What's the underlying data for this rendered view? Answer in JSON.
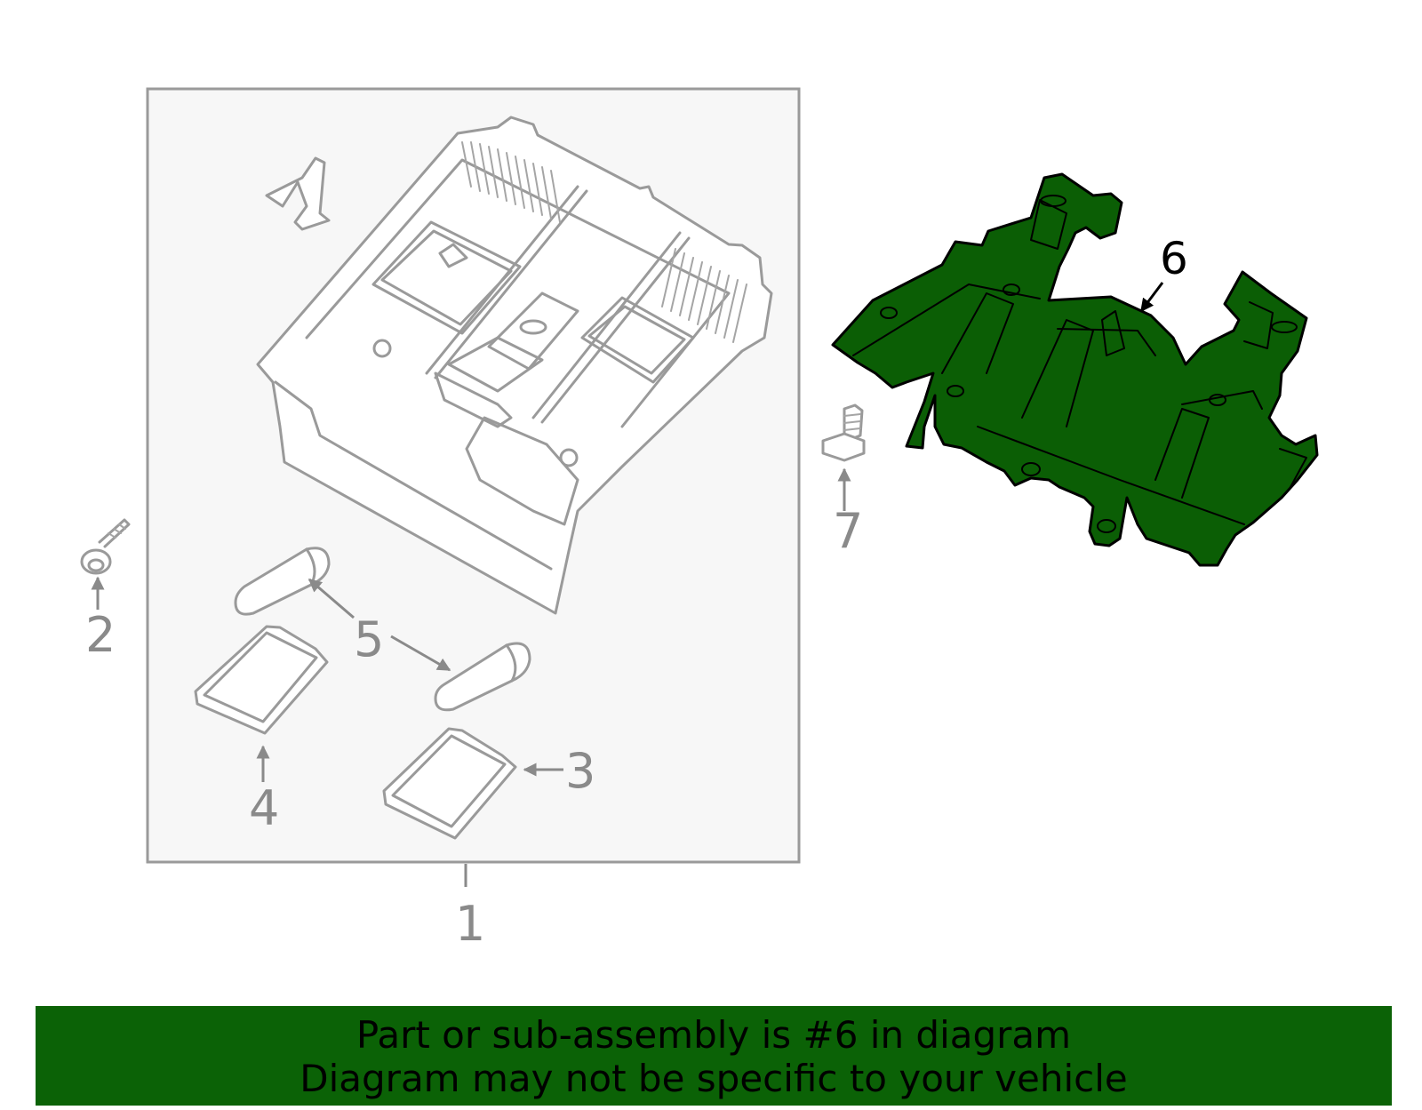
{
  "callouts": {
    "c1": "1",
    "c2": "2",
    "c3": "3",
    "c4": "4",
    "c5": "5",
    "c6": "6",
    "c7": "7"
  },
  "footer": {
    "line1": "Part or sub-assembly is #6 in diagram",
    "line2": "Diagram may not be specific to your vehicle"
  },
  "colors": {
    "highlight_part": "#0b5e05",
    "footer_background": "#0b6206",
    "inactive_line": "#9a9a9a",
    "group_box_fill": "#f7f7f7"
  }
}
